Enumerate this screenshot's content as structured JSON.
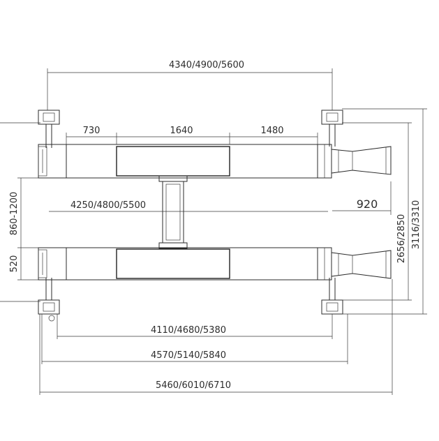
{
  "dimensions": {
    "top_overall": "4340/4900/5600",
    "seg_left": "730",
    "seg_middle": "1640",
    "seg_right": "1480",
    "inner_span": "4250/4800/5500",
    "ramp_offset": "920",
    "width_inner": "2656/2850",
    "width_outer": "3116/3310",
    "runway_gap": "860-1200",
    "runway_width": "520",
    "post_inner": "4110/4680/5380",
    "post_outer": "4570/5140/5840",
    "overall_length": "5460/6010/6710"
  },
  "colors": {
    "line": "#2b2b2b",
    "background": "#ffffff"
  }
}
